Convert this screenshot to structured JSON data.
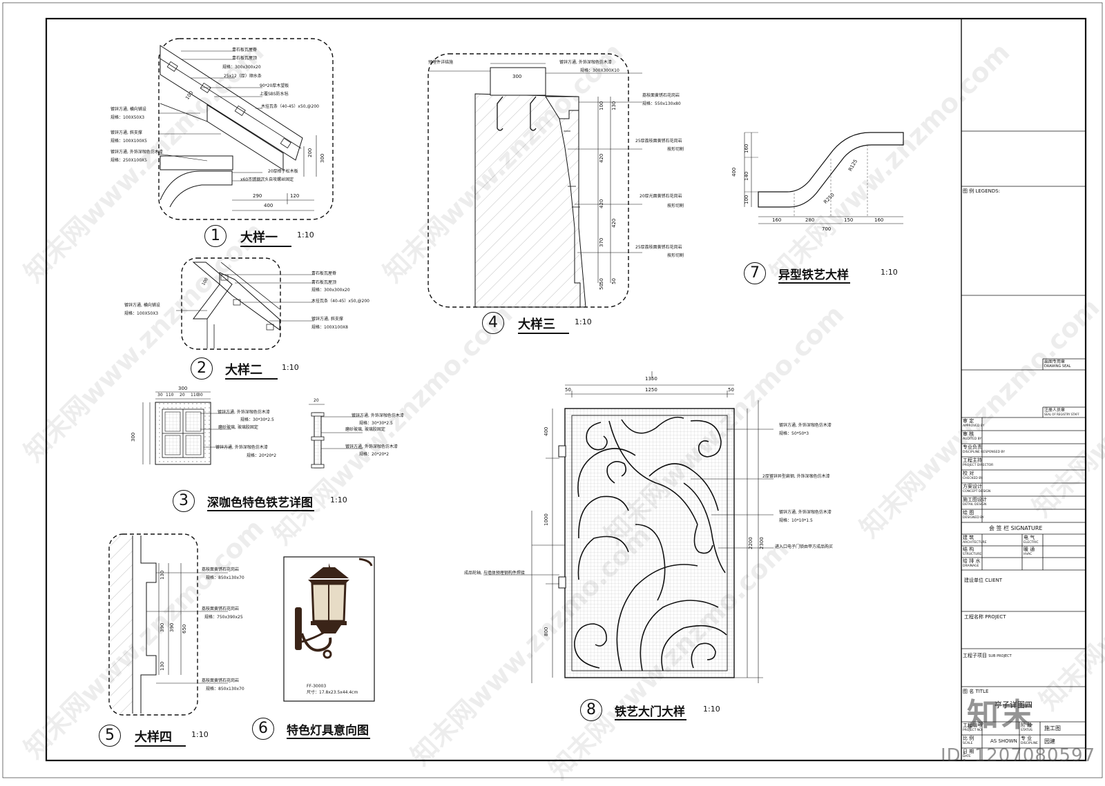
{
  "details": {
    "d1": {
      "num": "1",
      "title": "大样一",
      "scale": "1:10",
      "notes": [
        "青石板瓦屋脊",
        "青石板瓦屋顶",
        "规格：300x300x20",
        "25x12（厚）顺水条",
        "90*20厚木望板",
        "上覆SBS防水毡",
        "木挂瓦条（40-45）x50,@200",
        "镀锌方通, 横向铺设",
        "规格：100X50X3",
        "镀锌方通, 斜支撑",
        "规格：100X100X5",
        "镀锌方通, 外饰深咖色仿木漆",
        "规格：250X100X5",
        "20厚樟子松木板",
        "x60不锈钢沉头自攻螺丝固定"
      ],
      "dims": [
        "290",
        "120",
        "400",
        "200",
        "300",
        "100"
      ]
    },
    "d2": {
      "num": "2",
      "title": "大样二",
      "scale": "1:10",
      "notes": [
        "青石板瓦屋脊",
        "青石板瓦屋顶",
        "规格：300x300x20",
        "木挂瓦条（40-45）x50,@200",
        "镀锌方通, 横向铺设",
        "规格：100X50X3",
        "镀锌方通, 斜支撑",
        "规格：100X100X8"
      ],
      "dims": [
        "100"
      ]
    },
    "d3": {
      "num": "3",
      "title": "深咖色特色铁艺详图",
      "scale": "1:10",
      "notes": [
        "镀锌方通, 外饰深咖色仿木漆",
        "规格：30*30*2.5",
        "磨砂玻璃, 玻璃胶固定",
        "镀锌方通, 外饰深咖色仿木漆",
        "规格：20*20*2"
      ],
      "notes_b": [
        "镀锌方通, 外饰深咖色仿木漆",
        "规格：30*30*2.5",
        "磨砂玻璃, 玻璃胶固定",
        "镀锌方通, 外饰深咖色仿木漆",
        "规格：20*20*2"
      ],
      "dims_top": [
        "300",
        "30",
        "110",
        "20",
        "110",
        "30"
      ],
      "dims_side": [
        "300"
      ],
      "dims_b": [
        "20"
      ]
    },
    "d4": {
      "num": "4",
      "title": "大样三",
      "scale": "1:10",
      "notes": [
        "预埋件详结施",
        "镀锌方通, 外饰深咖色仿木漆",
        "规格：300X300X10",
        "荔枝面黄锈石花岗岩",
        "规格：550x130x80",
        "25厚荔枝面黄锈石花岗岩",
        "按形切割",
        "20厚光面黄锈石花岗岩",
        "按形切割",
        "25厚荔枝面黄锈石花岗岩",
        "按形切割"
      ],
      "dims": [
        "300",
        "100",
        "130",
        "420",
        "420",
        "50",
        "370",
        "420",
        "50",
        "50"
      ]
    },
    "d5": {
      "num": "5",
      "title": "大样四",
      "scale": "1:10",
      "notes": [
        "荔枝面黄锈石花岗岩",
        "规格：850x130x70",
        "荔枝面黄锈石花岗岩",
        "规格：750x390x25",
        "荔枝面黄锈石花岗岩",
        "规格：850x130x70"
      ],
      "dims": [
        "130",
        "390",
        "650",
        "390",
        "130"
      ]
    },
    "d6": {
      "num": "6",
      "title": "特色灯具意向图",
      "caption1": "FF-30003",
      "caption2": "尺寸：17.8x23.5x44.4cm"
    },
    "d7": {
      "num": "7",
      "title": "异型铁艺大样",
      "scale": "1:10",
      "dims_h": [
        "160",
        "280",
        "150",
        "160"
      ],
      "dims_total": "700",
      "dims_v": [
        "160",
        "140",
        "100"
      ],
      "dims_v_total": "400",
      "radii": [
        "R125",
        "R250"
      ]
    },
    "d8": {
      "num": "8",
      "title": "铁艺大门大样",
      "scale": "1:10",
      "notes": [
        "镀锌方通, 外饰深咖色仿木漆",
        "规格：50*50*3",
        "2厚镀锌异型扁钢, 外饰深咖色仿木漆",
        "镀锌方通, 外饰深咖色仿木漆",
        "规格：10*10*1.5",
        "进入口电子门锁由甲方成品购买",
        "成品轮轴, 与墙体预埋钢构件焊接"
      ],
      "dims_top": [
        "1350",
        "50",
        "1250",
        "50"
      ],
      "dims_left": [
        "400",
        "1000",
        "800"
      ],
      "dims_right": [
        "2200",
        "2300"
      ]
    }
  },
  "title_block": {
    "legend": "图 例  LEGENDS:",
    "drawing_seal": "出图专用章",
    "drawing_seal_en": "DRAWING SEAL",
    "registry_seal": "注册人员章",
    "registry_seal_en": "SEAL OF REGISTRY STAFF",
    "roles": [
      {
        "cn": "审    定",
        "en": "APPROVED BY"
      },
      {
        "cn": "审    核",
        "en": "AUDITED BY"
      },
      {
        "cn": "专业负责",
        "en": "DISCIPLINE RESPONSED BY"
      },
      {
        "cn": "工程主持",
        "en": "PROJECT DIRECTOR"
      },
      {
        "cn": "校    对",
        "en": "CHECKED BY"
      },
      {
        "cn": "方案设计",
        "en": "CONCEPT DESIGN"
      },
      {
        "cn": "施工图设计",
        "en": "DETAIL DESIGN"
      },
      {
        "cn": "绘    图",
        "en": "DESIGNED BY"
      }
    ],
    "signature": "会    签    栏   SIGNATURE",
    "sign_rows": [
      {
        "left_cn": "建    筑",
        "left_en": "ARCHITECTURE",
        "right_cn": "电    气",
        "right_en": "ELECTRIC"
      },
      {
        "left_cn": "结    构",
        "left_en": "STRUCTURE",
        "right_cn": "暖    通",
        "right_en": "HVAC"
      },
      {
        "left_cn": "给 排 水",
        "left_en": "DRAINAGE",
        "right_cn": "",
        "right_en": ""
      }
    ],
    "client": "建设单位  CLIENT",
    "project": "工程名称  PROJECT",
    "sub_project": "工程子项目",
    "sub_project_en": "SUB PROJECT",
    "title_label": "图    名  TITLE",
    "title_value": "亭子详图四",
    "bottom": [
      {
        "cn": "工程编号",
        "en": "PROJECT NO.",
        "mid_cn": "阶    段",
        "mid_en": "STATUS",
        "val": "施工图"
      },
      {
        "cn": "比    例",
        "en": "SCALE",
        "val_left": "AS SHOWN",
        "mid_cn": "专    业",
        "mid_en": "DISCIPLINE",
        "val": "园建"
      },
      {
        "cn": "日    期",
        "en": "DATE",
        "mid_cn": "",
        "mid_en": "",
        "val": ""
      }
    ]
  },
  "watermark": {
    "text": "知末网www.znzmo.com",
    "logo": "知末",
    "id": "ID: 1207080597"
  }
}
